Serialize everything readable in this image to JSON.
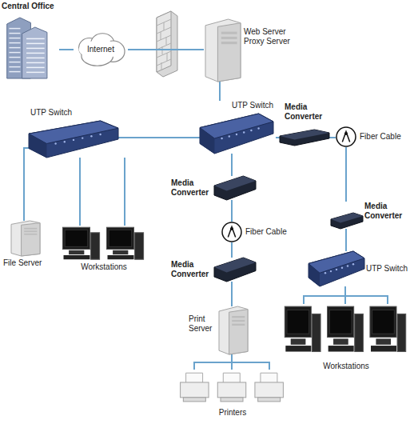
{
  "diagram": {
    "nodes": [
      {
        "text": [
          "Central Office"
        ]
      },
      {
        "text": [
          "Internet"
        ]
      },
      {
        "text": [
          "Web Server Proxy Server"
        ]
      },
      {
        "text": [
          "UTP Switch"
        ]
      },
      {
        "text": [
          "UTP Switch"
        ]
      },
      {
        "text": [
          "Media Converter"
        ]
      },
      {
        "text": [
          "Fiber Cable"
        ]
      },
      {
        "text": [
          "Media Converter"
        ]
      },
      {
        "text": [
          "Fiber Cable"
        ]
      },
      {
        "text": [
          "Media Converter"
        ]
      },
      {
        "text": [
          "Print Server"
        ]
      },
      {
        "text": [
          "Printers"
        ]
      },
      {
        "text": [
          "Media Converter"
        ]
      },
      {
        "text": [
          "UTP Switch"
        ]
      },
      {
        "text": [
          "File Server"
        ]
      },
      {
        "text": [
          "Workstations"
        ]
      },
      {
        "text": [
          "Workstations"
        ]
      }
    ],
    "edges": [
      {
        "from": 0,
        "to": 1,
        "arrow": "none"
      },
      {
        "from": 1,
        "to": 2,
        "arrow": "none"
      },
      {
        "from": 2,
        "to": 4,
        "arrow": "none"
      },
      {
        "from": 4,
        "to": 3,
        "arrow": "none"
      },
      {
        "from": 4,
        "to": 5,
        "arrow": "none"
      },
      {
        "from": 5,
        "to": 6,
        "arrow": "none"
      },
      {
        "from": 6,
        "to": 12,
        "arrow": "none"
      },
      {
        "from": 12,
        "to": 13,
        "arrow": "none"
      },
      {
        "from": 13,
        "to": 16,
        "arrow": "none"
      },
      {
        "from": 3,
        "to": 14,
        "arrow": "none"
      },
      {
        "from": 3,
        "to": 15,
        "arrow": "none"
      },
      {
        "from": 4,
        "to": 7,
        "arrow": "none"
      },
      {
        "from": 7,
        "to": 8,
        "arrow": "none"
      },
      {
        "from": 8,
        "to": 9,
        "arrow": "none"
      },
      {
        "from": 9,
        "to": 10,
        "arrow": "none"
      },
      {
        "from": 10,
        "to": 11,
        "arrow": "none"
      }
    ]
  }
}
